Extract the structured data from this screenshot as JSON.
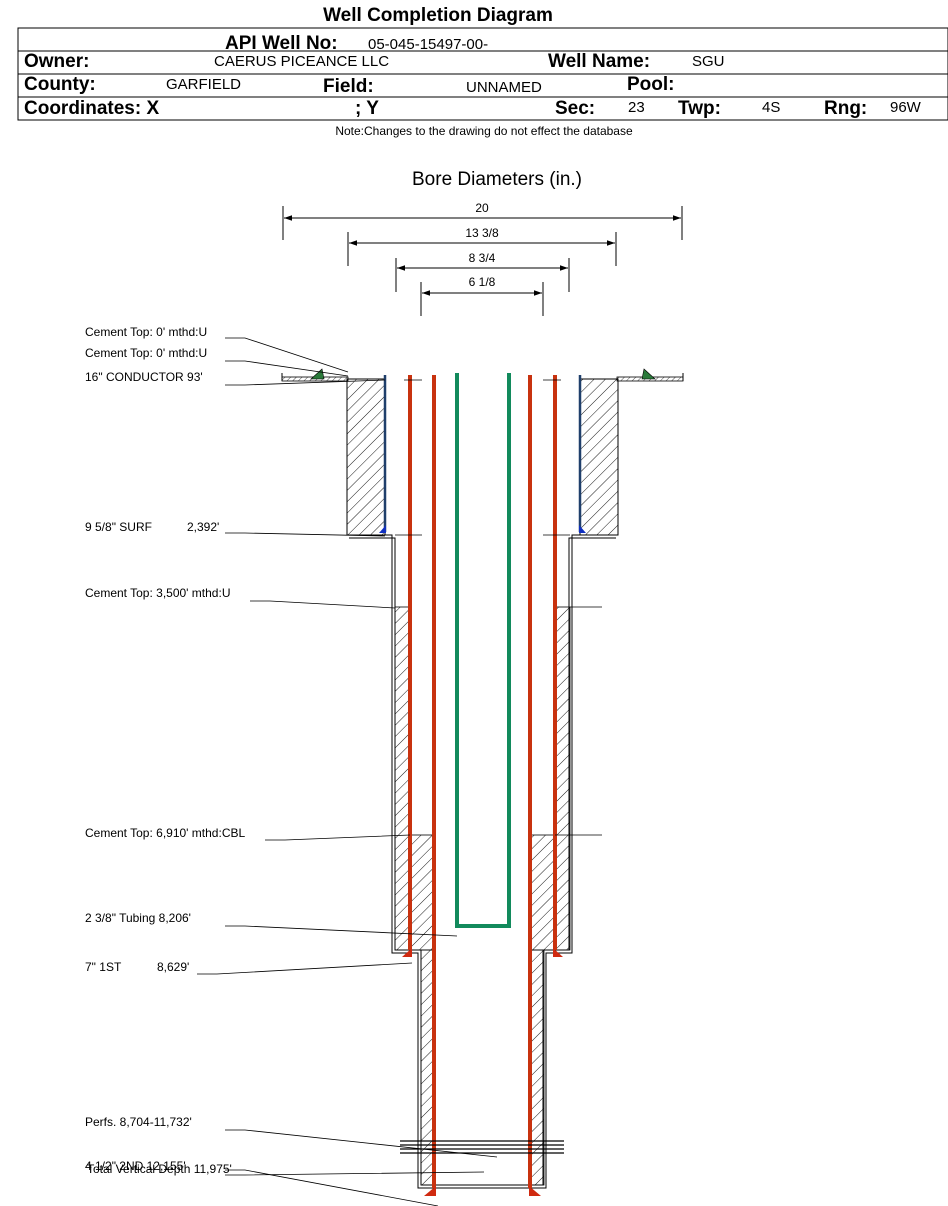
{
  "header": {
    "title": "Well Completion Diagram",
    "api_label": "API Well No:",
    "api_value": "05-045-15497-00-",
    "owner_label": "Owner:",
    "owner_value": "CAERUS PICEANCE LLC",
    "well_name_label": "Well Name:",
    "well_name_value": "SGU",
    "county_label": "County:",
    "county_value": "GARFIELD",
    "field_label": "Field:",
    "field_value": "UNNAMED",
    "pool_label": "Pool:",
    "pool_value": "",
    "coordinates_label": "Coordinates: X",
    "coordinates_y_label": "; Y",
    "sec_label": "Sec:",
    "sec_value": "23",
    "twp_label": "Twp:",
    "twp_value": "4S",
    "rng_label": "Rng:",
    "rng_value": "96W"
  },
  "note": "Note:Changes to the drawing do not effect the database",
  "bore": {
    "title": "Bore Diameters (in.)",
    "dimensions": [
      "20",
      "13 3/8",
      "8 3/4",
      "6 1/8"
    ]
  },
  "labels": {
    "cement_top_1": "Cement Top: 0' mthd:U",
    "cement_top_2": "Cement Top: 0' mthd:U",
    "conductor": "16\" CONDUCTOR  93'",
    "surface_name": "9 5/8\" SURF",
    "surface_depth": "2,392'",
    "cement_top_3": "Cement Top: 3,500' mthd:U",
    "cement_top_4": "Cement Top: 6,910' mthd:CBL",
    "tubing": "2 3/8\" Tubing 8,206'",
    "first_name": "7\" 1ST",
    "first_depth": "8,629'",
    "perfs": "Perfs. 8,704-11,732'",
    "second": "4 1/2\" 2ND      12,155'",
    "tvd": "Total Vertical Depth 11,975'"
  },
  "colors": {
    "casing_red": "#c8320f",
    "tubing_green": "#128a5c",
    "surface_casing_blue": "#1f3f6b",
    "shoe_green": "#2a7a3a",
    "shoe_blue": "#1030c0"
  }
}
